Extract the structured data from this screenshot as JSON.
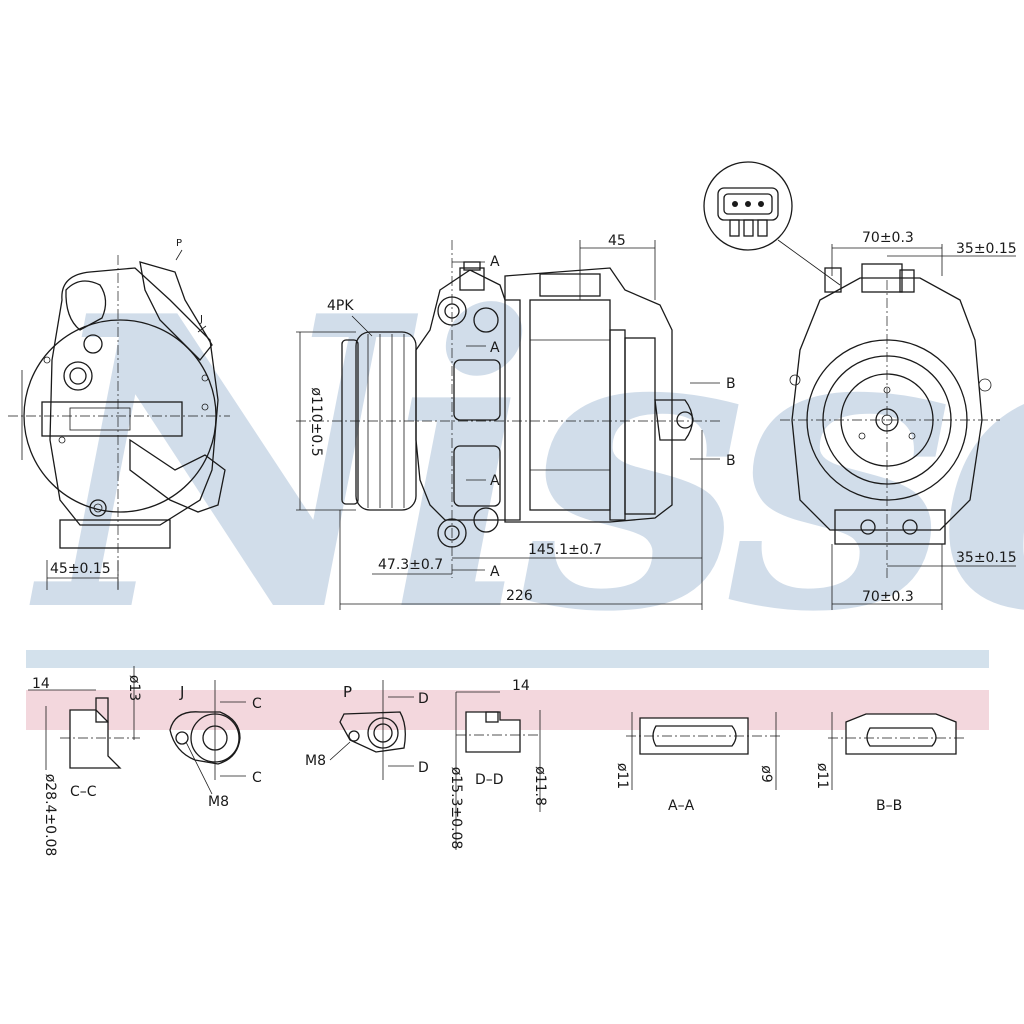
{
  "watermark": {
    "text": "Nissens",
    "color": "#c9d7e6"
  },
  "bands": {
    "blue": "#d3e1ec",
    "pink": "#f3d7dd"
  },
  "views": {
    "left": {
      "dim_45": "45±0.15",
      "label_P": "P",
      "label_J": "J"
    },
    "center": {
      "dim_4pk": "4PK",
      "dim_110": "ø110±0.5",
      "dim_45": "45",
      "dim_47": "47.3±0.7",
      "dim_145": "145.1±0.7",
      "dim_226": "226",
      "label_A": "A",
      "label_B": "B"
    },
    "right": {
      "dim_70_top": "70±0.3",
      "dim_35_top": "35±0.15",
      "dim_35_bottom": "35±0.15",
      "dim_70_bottom": "70±0.3"
    }
  },
  "details": {
    "cc": {
      "dim_14": "14",
      "dim_13": "ø13",
      "dim_28": "ø28.4±0.08",
      "title": "C–C"
    },
    "j": {
      "title": "J",
      "label_c": "C",
      "thread": "M8"
    },
    "p": {
      "title": "P",
      "label_d": "D",
      "thread": "M8"
    },
    "dd": {
      "dim_14": "14",
      "dim_153": "ø15.3±0.08",
      "dim_118": "ø11.8",
      "title": "D–D"
    },
    "aa": {
      "dim_11": "ø11",
      "dim_9": "ø9",
      "title": "A–A"
    },
    "bb": {
      "dim_11": "ø11",
      "title": "B–B"
    }
  }
}
